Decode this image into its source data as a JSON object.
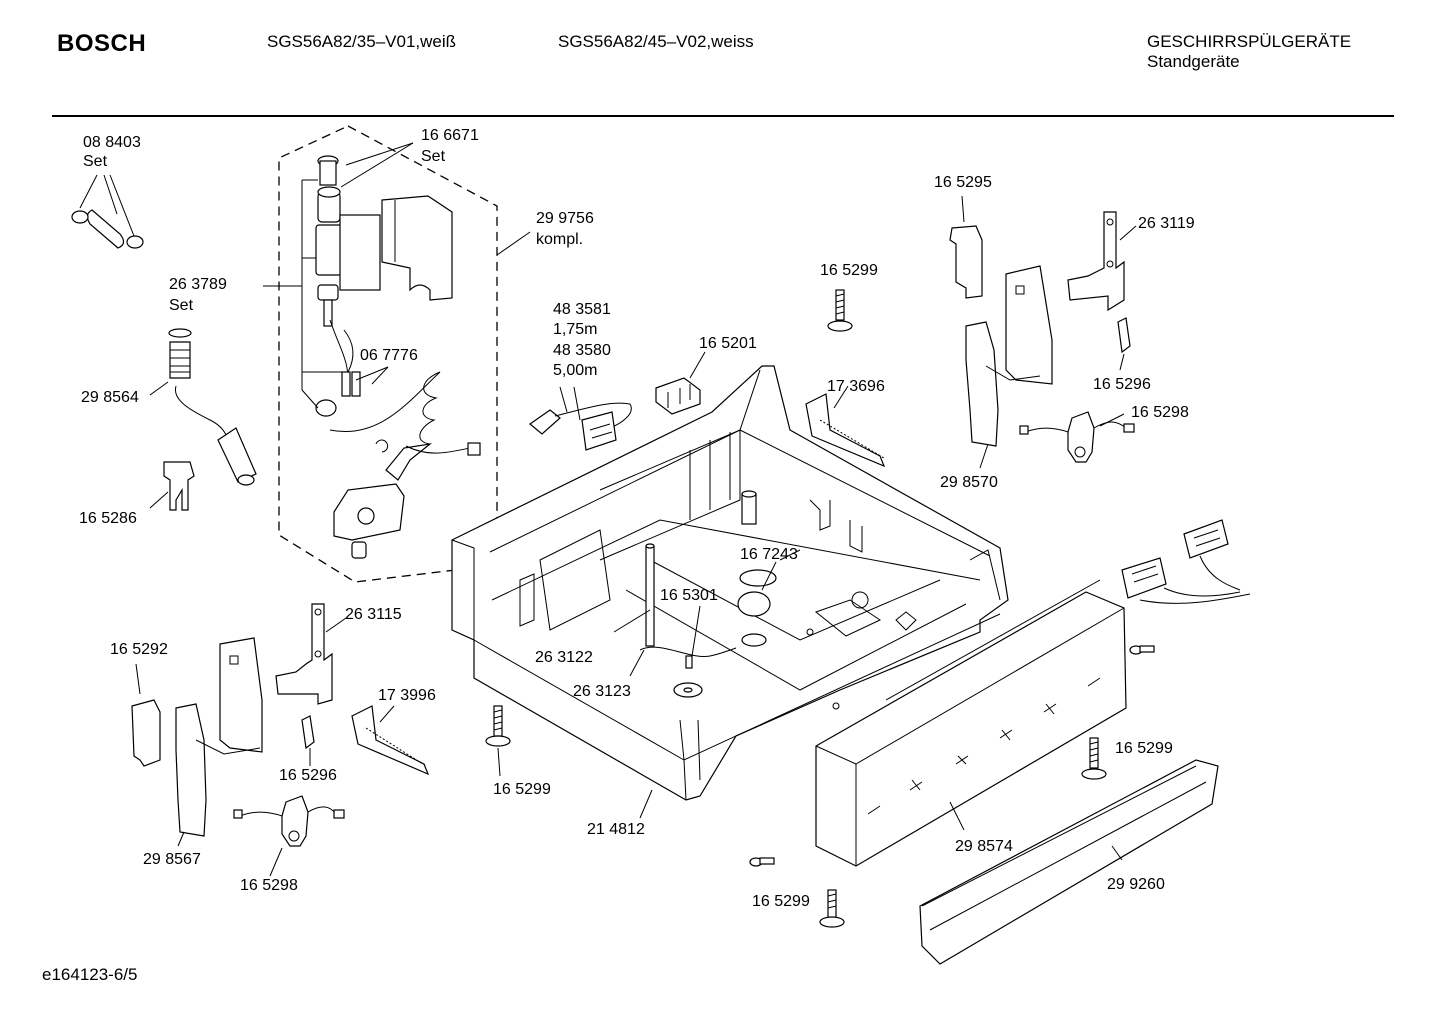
{
  "header": {
    "brand": "BOSCH",
    "model_1": "SGS56A82/35–V01,weiß",
    "model_2": "SGS56A82/45–V02,weiss",
    "category": "GESCHIRRSPÜLGERÄTE",
    "subcategory": "Standgeräte"
  },
  "footer": {
    "drawing_id": "e164123-6/5"
  },
  "labels": {
    "l_088403": "08 8403",
    "l_088403_set": "Set",
    "l_166671": "16 6671",
    "l_166671_set": "Set",
    "l_299756": "29 9756",
    "l_299756_kompl": "kompl.",
    "l_263789": "26 3789",
    "l_263789_set": "Set",
    "l_298564": "29 8564",
    "l_067776": "06 7776",
    "l_165286": "16 5286",
    "l_483581": "48 3581",
    "l_483581_len": "1,75m",
    "l_483580": "48 3580",
    "l_483580_len": "5,00m",
    "l_165201": "16 5201",
    "l_165299_a": "16 5299",
    "l_173696": "17 3696",
    "l_165295": "16 5295",
    "l_263119": "26 3119",
    "l_165296_a": "16 5296",
    "l_165298_a": "16 5298",
    "l_298570": "29 8570",
    "l_167243": "16 7243",
    "l_165301": "16 5301",
    "l_263122": "26 3122",
    "l_263123": "26 3123",
    "l_263115": "26 3115",
    "l_165292": "16 5292",
    "l_173996": "17 3996",
    "l_165296_b": "16 5296",
    "l_298567": "29 8567",
    "l_165298_b": "16 5298",
    "l_165299_b": "16 5299",
    "l_214812": "21 4812",
    "l_165299_c": "16 5299",
    "l_298574": "29 8574",
    "l_299260": "29 9260",
    "l_165299_d": "16 5299"
  }
}
